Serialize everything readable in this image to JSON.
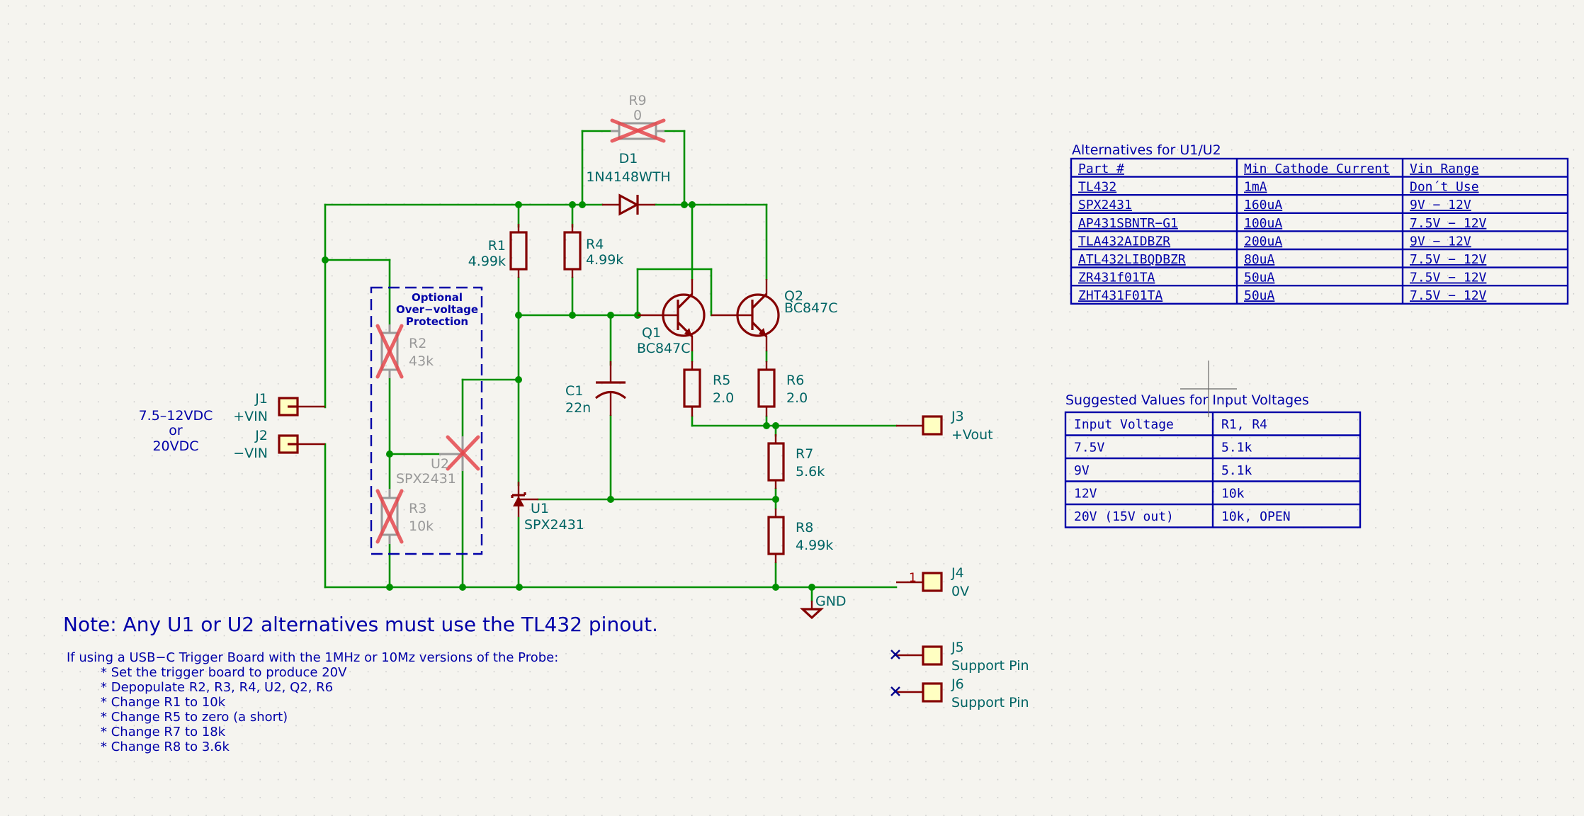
{
  "app": "KiCad Schematic Editor",
  "colors": {
    "background": "#f5f4ef",
    "wire": "#009000",
    "symbol": "#840000",
    "label": "#006464",
    "note": "#0000a8",
    "dnp_cross": "#e5484d"
  },
  "input_note": {
    "line1": "7.5–12VDC",
    "line2": "or",
    "line3": "20VDC"
  },
  "components": {
    "J1": {
      "ref": "J1",
      "value": "+VIN"
    },
    "J2": {
      "ref": "J2",
      "value": "−VIN"
    },
    "J3": {
      "ref": "J3",
      "value": "+Vout"
    },
    "J4": {
      "ref": "J4",
      "value": "0V",
      "pin": "1"
    },
    "J5": {
      "ref": "J5",
      "value": "Support Pin"
    },
    "J6": {
      "ref": "J6",
      "value": "Support Pin"
    },
    "R1": {
      "ref": "R1",
      "value": "4.99k"
    },
    "R2": {
      "ref": "R2",
      "value": "43k",
      "dnp": true
    },
    "R3": {
      "ref": "R3",
      "value": "10k",
      "dnp": true
    },
    "R4": {
      "ref": "R4",
      "value": "4.99k"
    },
    "R5": {
      "ref": "R5",
      "value": "2.0"
    },
    "R6": {
      "ref": "R6",
      "value": "2.0"
    },
    "R7": {
      "ref": "R7",
      "value": "5.6k"
    },
    "R8": {
      "ref": "R8",
      "value": "4.99k"
    },
    "R9": {
      "ref": "R9",
      "value": "0",
      "dnp": true
    },
    "D1": {
      "ref": "D1",
      "value": "1N4148WTH"
    },
    "C1": {
      "ref": "C1",
      "value": "22n"
    },
    "Q1": {
      "ref": "Q1",
      "value": "BC847C"
    },
    "Q2": {
      "ref": "Q2",
      "value": "BC847C"
    },
    "U1": {
      "ref": "U1",
      "value": "SPX2431"
    },
    "U2": {
      "ref": "U2",
      "value": "SPX2431",
      "dnp": true
    },
    "GND": {
      "label": "GND"
    }
  },
  "ovp_box": {
    "line1": "Optional",
    "line2": "Over−voltage",
    "line3": "Protection"
  },
  "notes": {
    "pinout": "Note: Any U1 or U2 alternatives must use the TL432 pinout.",
    "usbc_intro": "If using a USB−C Trigger Board with the 1MHz or 10Mz versions of the Probe:",
    "usbc_steps": [
      "* Set the trigger board to produce 20V",
      "* Depopulate R2, R3, R4, U2, Q2, R6",
      "* Change R1 to 10k",
      "* Change R5 to zero (a short)",
      "* Change R7 to 18k",
      "* Change R8 to 3.6k"
    ]
  },
  "alternatives_table": {
    "title": "Alternatives for U1/U2",
    "headers": [
      "Part #",
      "Min Cathode Current",
      "Vin Range"
    ],
    "rows": [
      [
        "TL432",
        "1mA",
        "Don´t Use"
      ],
      [
        "SPX2431",
        "160uA",
        "9V − 12V"
      ],
      [
        "AP431SBNTR−G1",
        "100uA",
        "7.5V − 12V"
      ],
      [
        "TLA432AIDBZR",
        "200uA",
        "9V − 12V"
      ],
      [
        "ATL432LIBQDBZR",
        "80uA",
        "7.5V − 12V"
      ],
      [
        "ZR431f01TA",
        "50uA",
        "7.5V − 12V"
      ],
      [
        "ZHT431F01TA",
        "50uA",
        "7.5V − 12V"
      ]
    ]
  },
  "suggested_table": {
    "title": "Suggested Values for Input Voltages",
    "headers": [
      "Input Voltage",
      "R1, R4"
    ],
    "rows": [
      [
        "7.5V",
        "5.1k"
      ],
      [
        "9V",
        "5.1k"
      ],
      [
        "12V",
        "10k"
      ],
      [
        "20V (15V out)",
        "10k, OPEN"
      ]
    ]
  }
}
